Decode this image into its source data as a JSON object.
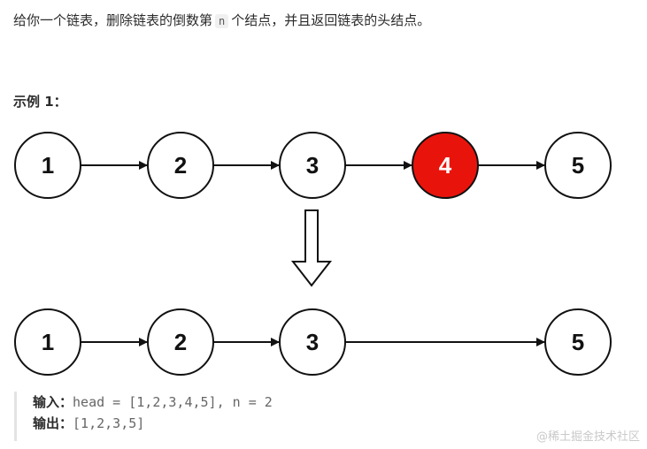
{
  "problem": {
    "before_n": "给你一个链表，删除链表的倒数第",
    "n_code": "n",
    "after_n": "个结点，并且返回链表的头结点。"
  },
  "example": {
    "title": "示例 1："
  },
  "diagram": {
    "before_list": [
      {
        "label": "1",
        "removed": false
      },
      {
        "label": "2",
        "removed": false
      },
      {
        "label": "3",
        "removed": false
      },
      {
        "label": "4",
        "removed": true
      },
      {
        "label": "5",
        "removed": false
      }
    ],
    "after_list": [
      {
        "label": "1"
      },
      {
        "label": "2"
      },
      {
        "label": "3"
      },
      {
        "label": "5"
      }
    ],
    "colors": {
      "node_fill": "#ffffff",
      "node_stroke": "#111111",
      "removed_fill": "#e8140c",
      "removed_text": "#ffffff",
      "text": "#111111"
    }
  },
  "io": {
    "input_label": "输入：",
    "input_value": "head = [1,2,3,4,5], n = 2",
    "output_label": "输出：",
    "output_value": "[1,2,3,5]"
  },
  "watermark": "@稀土掘金技术社区"
}
